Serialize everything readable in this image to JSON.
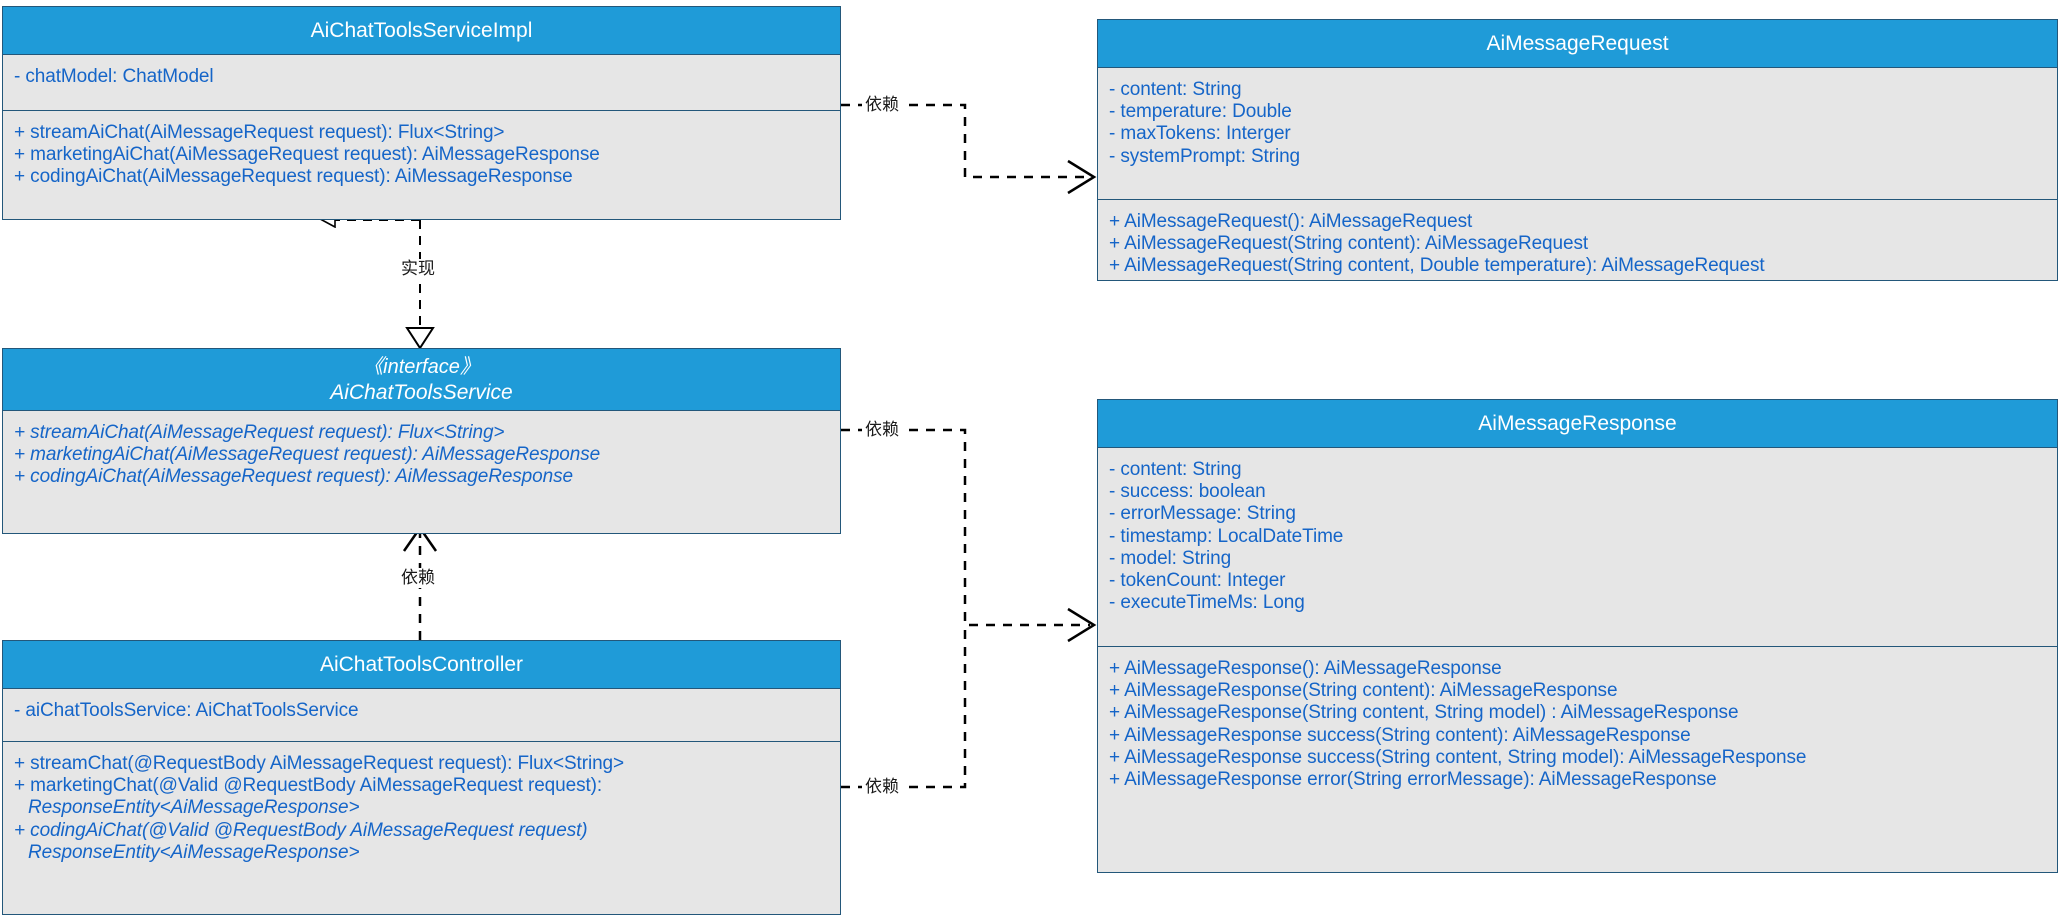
{
  "diagram": {
    "title": "AI Chat Tools UML class diagram",
    "colors": {
      "header_fill": "#1f9bd8",
      "body_fill": "#e6e6e6",
      "border": "#23577a",
      "member_text": "#1565c8",
      "header_text": "#ffffff",
      "link": "#000000",
      "background": "#ffffff"
    }
  },
  "classes": {
    "service_impl": {
      "name": "AiChatToolsServiceImpl",
      "attributes": [
        "- chatModel: ChatModel"
      ],
      "methods": [
        "+ streamAiChat(AiMessageRequest request): Flux<String>",
        "+ marketingAiChat(AiMessageRequest request): AiMessageResponse",
        "+ codingAiChat(AiMessageRequest request): AiMessageResponse"
      ]
    },
    "service_interface": {
      "stereotype": "《interface》",
      "name": "AiChatToolsService",
      "methods": [
        "+ streamAiChat(AiMessageRequest request): Flux<String>",
        "+ marketingAiChat(AiMessageRequest request): AiMessageResponse",
        "+ codingAiChat(AiMessageRequest request): AiMessageResponse"
      ]
    },
    "controller": {
      "name": "AiChatToolsController",
      "attributes": [
        "- aiChatToolsService: AiChatToolsService"
      ],
      "methods": [
        "+ streamChat(@RequestBody AiMessageRequest request): Flux<String>",
        "+ marketingChat(@Valid @RequestBody AiMessageRequest request):",
        "ResponseEntity<AiMessageResponse>",
        "+ codingAiChat(@Valid @RequestBody AiMessageRequest request)",
        "ResponseEntity<AiMessageResponse>"
      ]
    },
    "message_request": {
      "name": "AiMessageRequest",
      "attributes": [
        "- content: String",
        "- temperature: Double",
        "- maxTokens: Interger",
        "- systemPrompt: String"
      ],
      "methods": [
        "+ AiMessageRequest(): AiMessageRequest",
        "+ AiMessageRequest(String content): AiMessageRequest",
        "+ AiMessageRequest(String content, Double temperature): AiMessageRequest"
      ]
    },
    "message_response": {
      "name": "AiMessageResponse",
      "attributes": [
        "- content: String",
        "- success: boolean",
        "- errorMessage: String",
        "- timestamp: LocalDateTime",
        "- model: String",
        "- tokenCount: Integer",
        "- executeTimeMs: Long"
      ],
      "methods": [
        "+ AiMessageResponse(): AiMessageResponse",
        "+ AiMessageResponse(String content): AiMessageResponse",
        "+ AiMessageResponse(String content, String model) : AiMessageResponse",
        "+ AiMessageResponse success(String content): AiMessageResponse",
        "+ AiMessageResponse success(String content, String model): AiMessageResponse",
        "+ AiMessageResponse error(String errorMessage): AiMessageResponse"
      ]
    }
  },
  "relationships": {
    "realization_impl_to_interface": "实现",
    "dependency_controller_to_interface": "依赖",
    "dependency_impl_to_request": "依赖",
    "dependency_interface_to_response": "依赖",
    "dependency_controller_to_response": "依赖"
  }
}
